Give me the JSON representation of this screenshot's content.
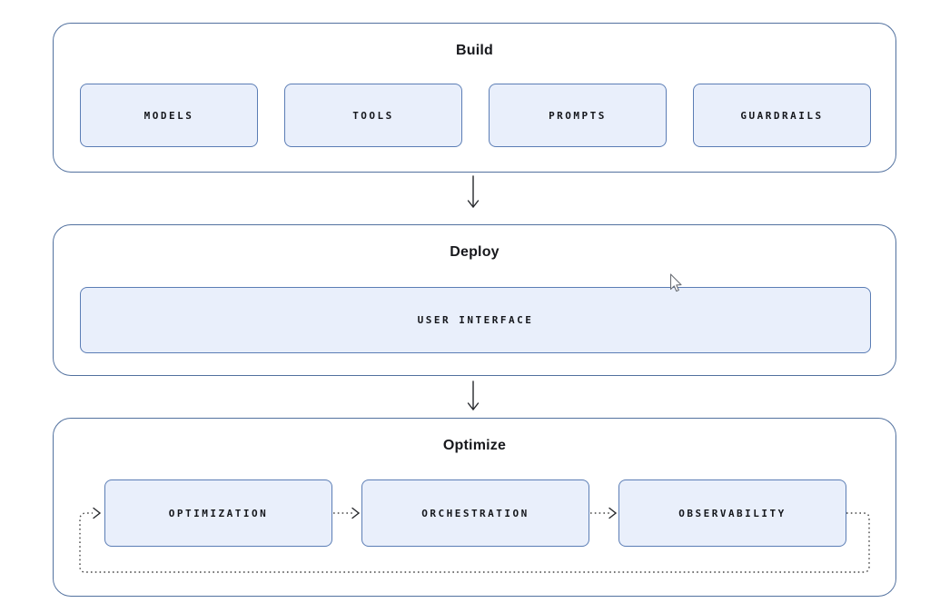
{
  "colors": {
    "container_border": "#52719f",
    "box_border": "#5b7db5",
    "box_fill": "#e9effb",
    "title_color": "#17181c",
    "label_color": "#15171c",
    "arrow_color": "#26282c",
    "dotted_color": "#474747"
  },
  "sections": {
    "build": {
      "title": "Build",
      "items": [
        "MODELS",
        "TOOLS",
        "PROMPTS",
        "GUARDRAILS"
      ]
    },
    "deploy": {
      "title": "Deploy",
      "items": [
        "USER INTERFACE"
      ]
    },
    "optimize": {
      "title": "Optimize",
      "items": [
        "OPTIMIZATION",
        "ORCHESTRATION",
        "OBSERVABILITY"
      ]
    }
  }
}
